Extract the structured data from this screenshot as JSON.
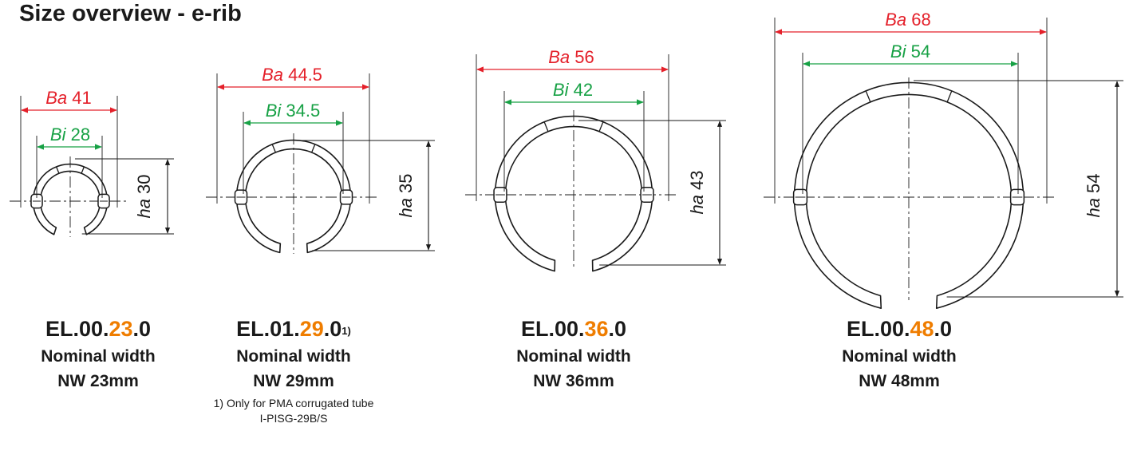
{
  "title": "Size overview - e-rib",
  "colors": {
    "ba": "#e4202a",
    "bi": "#17a145",
    "accent": "#ef7d00",
    "text": "#1a1a1a"
  },
  "dimensions": [
    {
      "ba_prefix": "Ba",
      "ba_value": "41",
      "bi_prefix": "Bi",
      "bi_value": "28",
      "ha_prefix": "ha",
      "ha_value": "30"
    },
    {
      "ba_prefix": "Ba",
      "ba_value": "44.5",
      "bi_prefix": "Bi",
      "bi_value": "34.5",
      "ha_prefix": "ha",
      "ha_value": "35"
    },
    {
      "ba_prefix": "Ba",
      "ba_value": "56",
      "bi_prefix": "Bi",
      "bi_value": "42",
      "ha_prefix": "ha",
      "ha_value": "43"
    },
    {
      "ba_prefix": "Ba",
      "ba_value": "68",
      "bi_prefix": "Bi",
      "bi_value": "54",
      "ha_prefix": "ha",
      "ha_value": "54"
    }
  ],
  "models": [
    {
      "code_prefix": "EL.00.",
      "code_accent": "23",
      "code_suffix": ".0",
      "footnote_mark": "",
      "line1": "Nominal width",
      "line2": "NW 23mm",
      "footnote": []
    },
    {
      "code_prefix": "EL.01.",
      "code_accent": "29",
      "code_suffix": ".0",
      "footnote_mark": "1)",
      "line1": "Nominal width",
      "line2": "NW 29mm",
      "footnote": [
        "1) Only for PMA corrugated tube",
        "I-PISG-29B/S"
      ]
    },
    {
      "code_prefix": "EL.00.",
      "code_accent": "36",
      "code_suffix": ".0",
      "footnote_mark": "",
      "line1": "Nominal width",
      "line2": "NW 36mm",
      "footnote": []
    },
    {
      "code_prefix": "EL.00.",
      "code_accent": "48",
      "code_suffix": ".0",
      "footnote_mark": "",
      "line1": "Nominal width",
      "line2": "NW 48mm",
      "footnote": []
    }
  ]
}
